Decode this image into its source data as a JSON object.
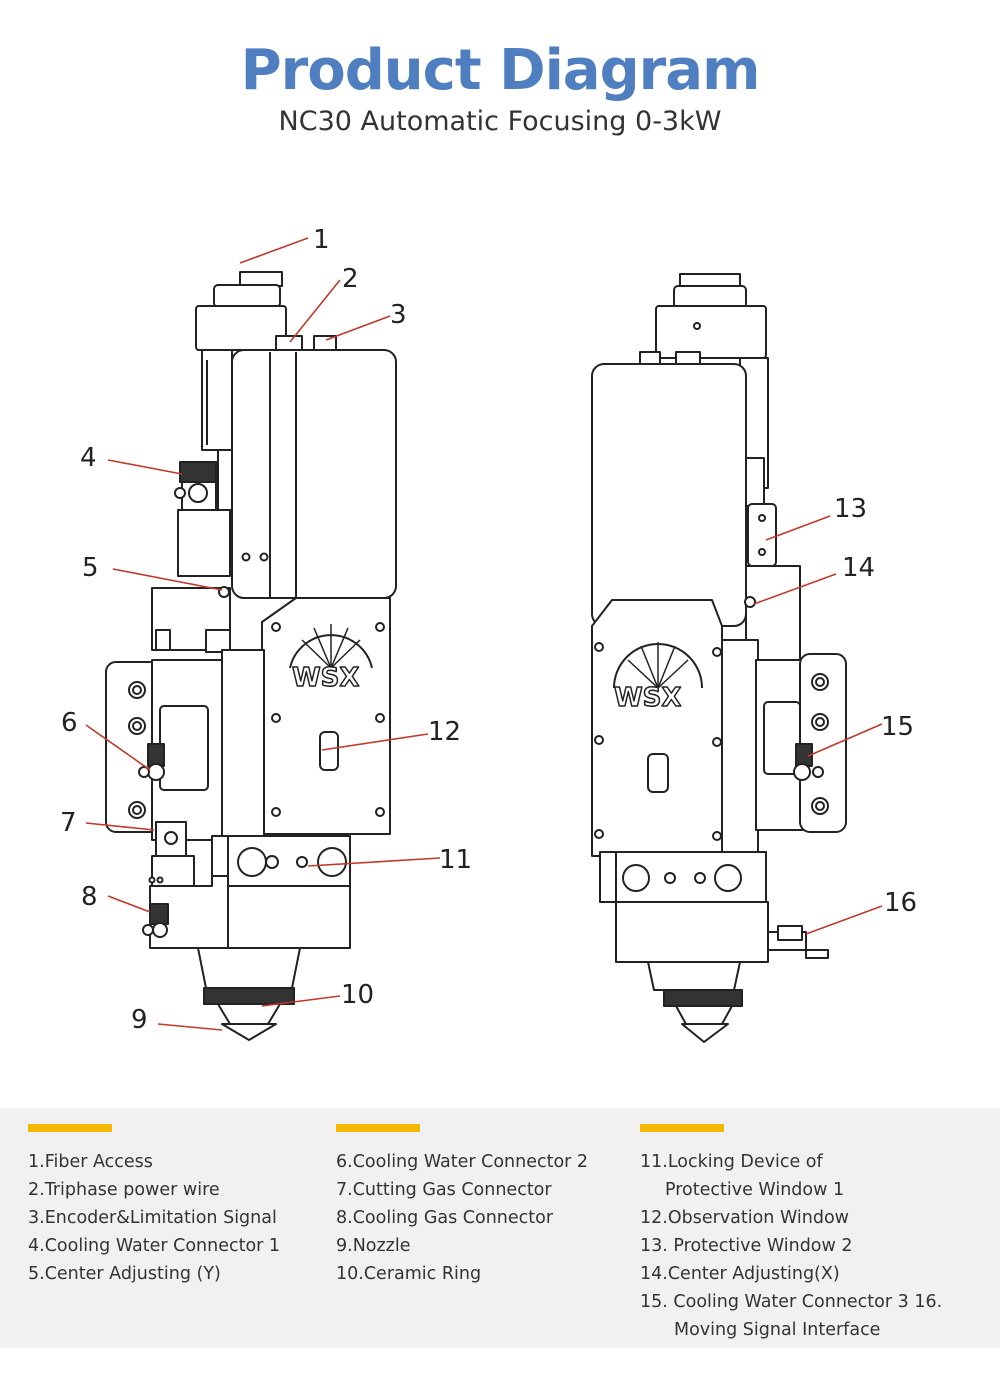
{
  "header": {
    "title": "Product Diagram",
    "subtitle": "NC30 Automatic Focusing 0-3kW"
  },
  "brand_logo": "WSX",
  "callouts": [
    "1",
    "2",
    "3",
    "4",
    "5",
    "6",
    "7",
    "8",
    "9",
    "10",
    "11",
    "12",
    "13",
    "14",
    "15",
    "16"
  ],
  "legend": {
    "accent_color": "#f5b800",
    "columns": [
      [
        "1.Fiber Access",
        "2.Triphase power wire",
        "3.Encoder&Limitation Signal",
        "4.Cooling Water Connector 1",
        "5.Center Adjusting (Y)"
      ],
      [
        "6.Cooling Water Connector 2",
        "7.Cutting Gas Connector",
        "8.Cooling Gas Connector",
        "9.Nozzle",
        "10.Ceramic Ring"
      ],
      [
        "11.Locking Device of",
        "Protective Window 1",
        "12.Observation Window",
        "13. Protective Window 2",
        "14.Center Adjusting(X)",
        "15. Cooling Water Connector 3 16.",
        "Moving Signal Interface"
      ]
    ]
  },
  "colors": {
    "title": "#4f7fc0",
    "line_art": "#222222",
    "leader_lines": "#c0392b",
    "legend_bg": "#f1f1f1"
  }
}
